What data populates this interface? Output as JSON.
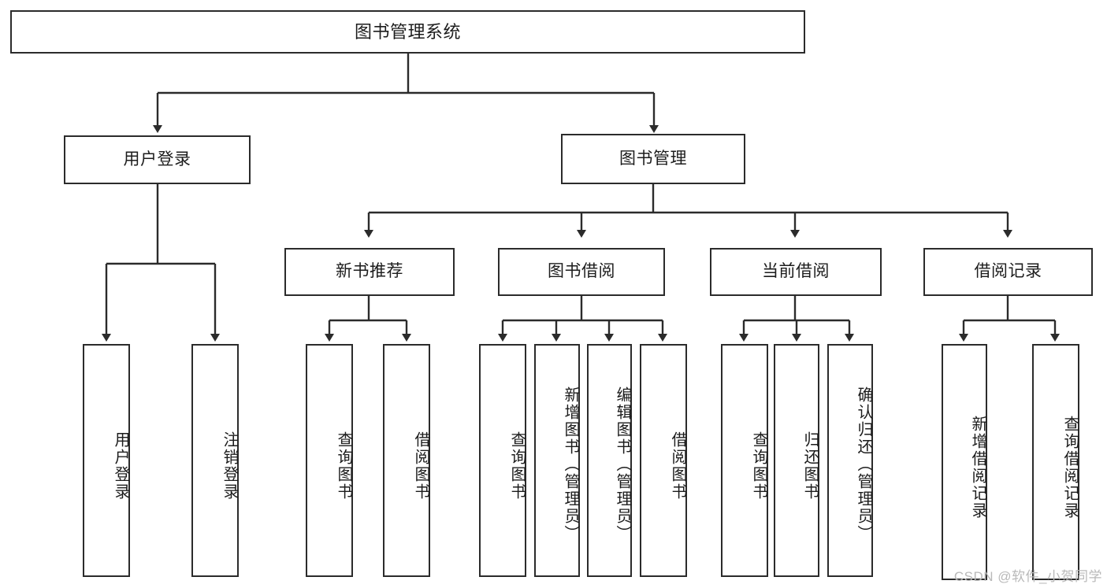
{
  "diagram": {
    "title": "图书管理系统",
    "type": "tree-hierarchy-diagram",
    "accent_color": "#2b2b2b",
    "background_color": "#ffffff",
    "nodes": {
      "root": "图书管理系统",
      "level1": [
        "用户登录",
        "图书管理"
      ],
      "level2": [
        "新书推荐",
        "图书借阅",
        "当前借阅",
        "借阅记录"
      ],
      "leaves": {
        "user_login": [
          "用户登录",
          "注销登录"
        ],
        "new_book_recommend": [
          "查询图书",
          "借阅图书"
        ],
        "book_borrow": [
          "查询图书",
          "新增图书（管理员）",
          "编辑图书（管理员）",
          "借阅图书"
        ],
        "current_borrow": [
          "查询图书",
          "归还图书",
          "确认归还（管理员）"
        ],
        "borrow_record": [
          "新增借阅记录",
          "查询借阅记录"
        ]
      }
    }
  },
  "watermark": {
    "text": "CSDN @软件_小贺同学"
  }
}
